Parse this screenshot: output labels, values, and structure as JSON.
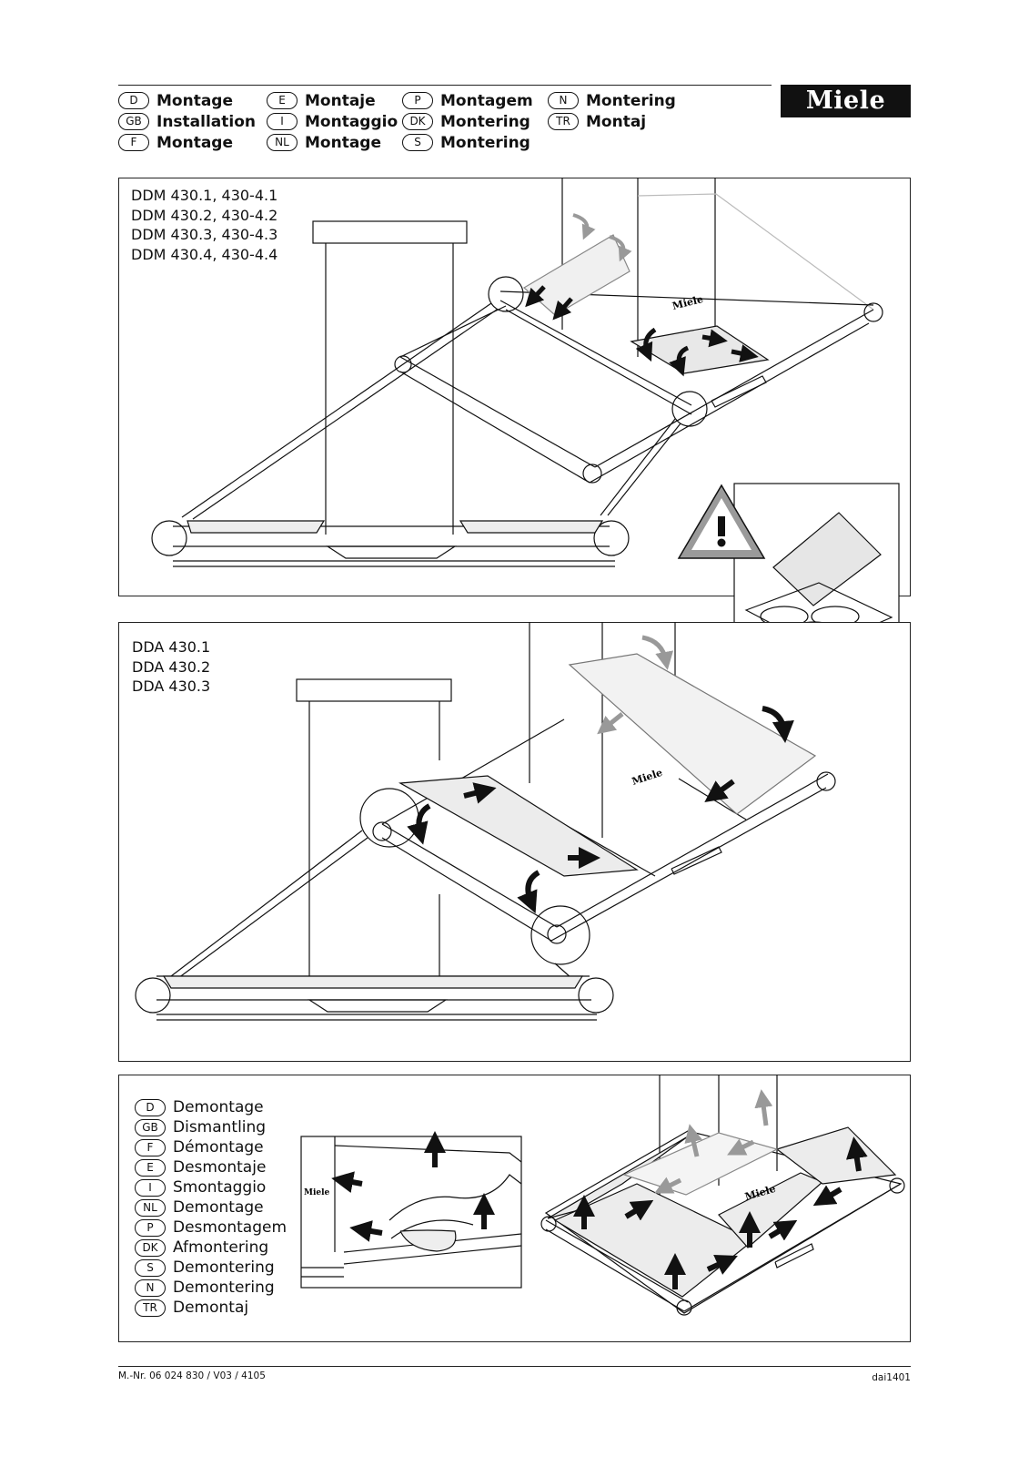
{
  "brand": {
    "logo_text": "Miele"
  },
  "install_langs": [
    [
      {
        "code": "D",
        "label": "Montage"
      },
      {
        "code": "GB",
        "label": "Installation"
      },
      {
        "code": "F",
        "label": "Montage"
      }
    ],
    [
      {
        "code": "E",
        "label": "Montaje"
      },
      {
        "code": "I",
        "label": "Montaggio"
      },
      {
        "code": "NL",
        "label": "Montage"
      }
    ],
    [
      {
        "code": "P",
        "label": "Montagem"
      },
      {
        "code": "DK",
        "label": "Montering"
      },
      {
        "code": "S",
        "label": "Montering"
      }
    ],
    [
      {
        "code": "N",
        "label": "Montering"
      },
      {
        "code": "TR",
        "label": "Montaj"
      }
    ]
  ],
  "panel1": {
    "models": [
      "DDM 430.1, 430-4.1",
      "DDM 430.2, 430-4.2",
      "DDM 430.3, 430-4.3",
      "DDM 430.4, 430-4.4"
    ],
    "brand_mark": "Miele"
  },
  "panel2": {
    "models": [
      "DDA 430.1",
      "DDA 430.2",
      "DDA 430.3"
    ],
    "brand_mark": "Miele"
  },
  "panel3": {
    "dismantle_langs": [
      {
        "code": "D",
        "label": "Demontage"
      },
      {
        "code": "GB",
        "label": "Dismantling"
      },
      {
        "code": "F",
        "label": "Démontage"
      },
      {
        "code": "E",
        "label": "Desmontaje"
      },
      {
        "code": "I",
        "label": "Smontaggio"
      },
      {
        "code": "NL",
        "label": "Demontage"
      },
      {
        "code": "P",
        "label": "Desmontagem"
      },
      {
        "code": "DK",
        "label": "Afmontering"
      },
      {
        "code": "S",
        "label": "Demontering"
      },
      {
        "code": "N",
        "label": "Demontering"
      },
      {
        "code": "TR",
        "label": "Demontaj"
      }
    ],
    "brand_mark": "Miele"
  },
  "footer": {
    "doc_number": "M.-Nr. 06 024 830 / V03 / 4105",
    "code": "dai1401"
  },
  "colors": {
    "ink": "#111111",
    "panel_fill": "#ececec",
    "ghost": "#bdbdbd",
    "warning": "#9a9a9a"
  }
}
